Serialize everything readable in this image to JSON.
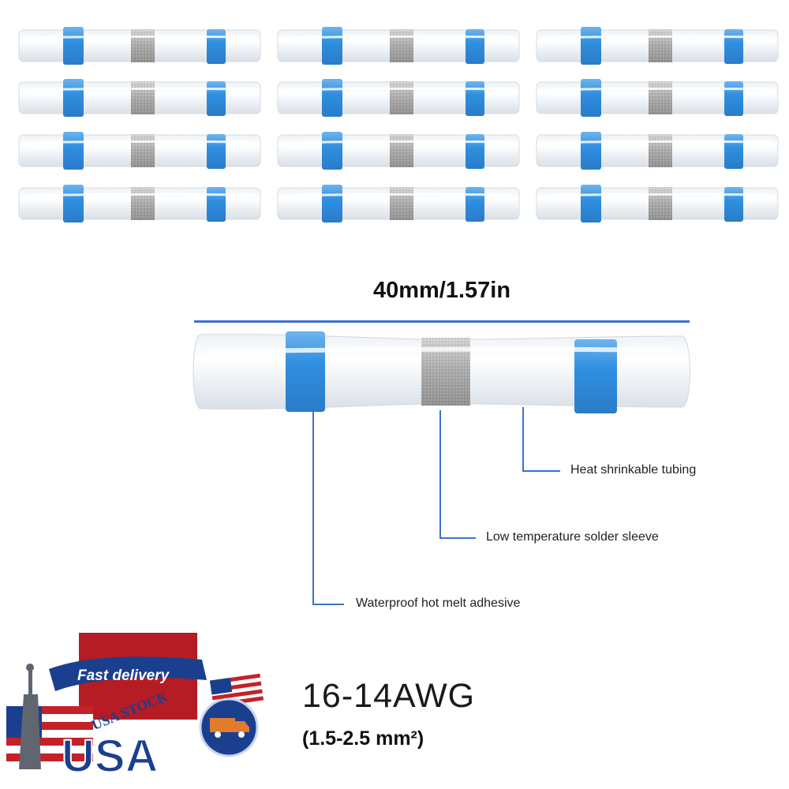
{
  "dimension": {
    "label": "40mm/1.57in"
  },
  "callouts": {
    "tubing": "Heat shrinkable tubing",
    "solder": "Low temperature solder sleeve",
    "adhesive": "Waterproof hot melt adhesive"
  },
  "spec": {
    "gauge": "16-14AWG",
    "area": "(1.5-2.5 mm²)"
  },
  "badge": {
    "banner": "Fast delivery",
    "arc": "USA STOCK",
    "letters": "USA"
  },
  "colors": {
    "band_blue": "#2f8fe0",
    "solder_silver": "#b5b5b5",
    "leader_blue": "#3a72cf",
    "badge_red": "#c4222a",
    "badge_navy": "#1b3f8f"
  },
  "product_grid": {
    "rows": 4,
    "cols": 3
  }
}
